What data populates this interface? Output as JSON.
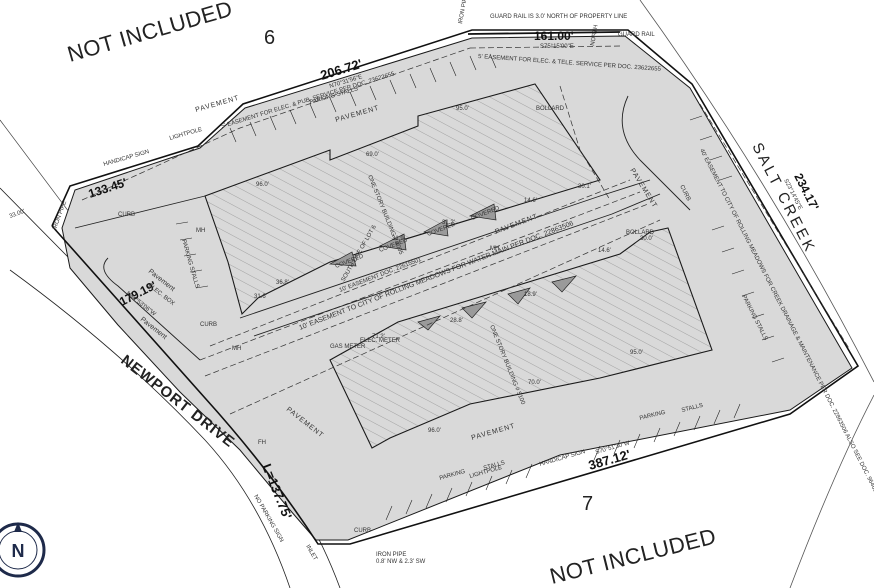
{
  "lots": {
    "north": "6",
    "south": "7"
  },
  "not_included": {
    "top_left": "NOT INCLUDED",
    "bottom_right": "NOT INCLUDED"
  },
  "streets": {
    "newport": "NEWPORT DRIVE",
    "salt_creek": "SALT CREEK"
  },
  "dimensions": {
    "north_left": "206.72'",
    "north_right": "161.00'",
    "west_upper": "133.45'",
    "west_lower": "179.19'",
    "east": "234.17'",
    "south": "387.12'",
    "arc": "L=137.75'",
    "west_r": "33.00'"
  },
  "bearings": {
    "north_left": "N70°31'56\"E",
    "north_right": "S75°15'00\"E",
    "east": "S23°14'45\"E",
    "south": "S70°51'30\"W",
    "west_lower": "N44°53'06\"W"
  },
  "easements": {
    "north_elec": "5' EASEMENT FOR ELEC. & PUB. SERVICE PER DOC. 23622655",
    "north_right": "5' EASEMENT FOR ELEC. & TELE. SERVICE PER DOC. 23622655",
    "center_water": "10' EASEMENT TO CITY OF ROLLING MEADOWS FOR WATER MAIN PER DOC. 22863506",
    "center_sewer": "10' EASEMENT DOC. 22615501",
    "creek": "40' EASEMENT TO CITY OF ROLLING MEADOWS FOR CREEK DRAINAGE & MAINTENANCE PER DOC. 22863506 ALSO SEE DOC. 96463831",
    "lot_line": "SOUTH LINE OF LOT 6"
  },
  "labels": {
    "pavement": "PAVEMENT",
    "pavement_word": "Pavement",
    "parking_stalls": "PARKING STALLS",
    "parking": "PARKING",
    "stalls": "STALLS",
    "curb": "CURB",
    "lightpole": "LIGHTPOLE",
    "handicap_sign": "HANDICAP SIGN",
    "guard_rail": "GUARD RAIL",
    "guard_rail_note": "GUARD RAIL IS 3.0' NORTH OF PROPERTY LINE",
    "iron_pipe": "IRON PIPE",
    "iron_pipe_note": "0.8' NW & 2.3' SW",
    "bollard": "BOLLARD",
    "gas_meter": "GAS METER",
    "elec_meter": "ELEC. METER",
    "elec_box": "ELEC. BOX",
    "no_parking_sign": "NO PARKING SIGN",
    "covered": "COVERED",
    "mh": "MH",
    "north": "NORTH",
    "inlet": "INLET",
    "fh": "FH"
  },
  "buildings": {
    "north": "ONE STORY BUILDING # 4005",
    "south": "ONE STORY BUILDING # 5100"
  },
  "building_dims": {
    "n_top": "95.0'",
    "n_mid": "69.0'",
    "n_left": "96.0'",
    "n_a": "31.9'",
    "n_b": "31.2'",
    "n_c": "14.6'",
    "n_d": "30.1'",
    "s_top": "95.0'",
    "s_right": "71.2'",
    "s_mid": "70.0'",
    "s_left": "96.0'",
    "s_a": "36.8'",
    "s_b": "31.6'",
    "s_c": "30.0'",
    "s_d": "14.6'",
    "s_e": "28.8'",
    "s_f": "18.9'"
  },
  "compass": {
    "letter": "N"
  },
  "colors": {
    "paved": "#d9d9d9",
    "line": "#1a1a1a",
    "hatch": "#8a8a8a"
  }
}
